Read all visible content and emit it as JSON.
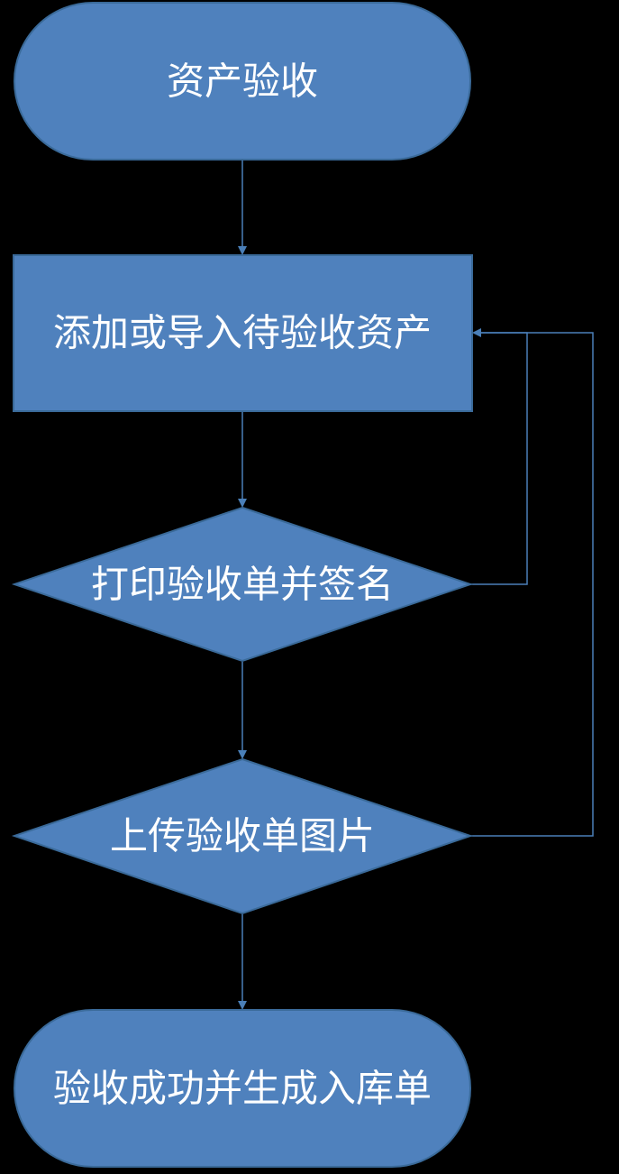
{
  "colors": {
    "background": "#000000",
    "node_fill": "#4f81bd",
    "connector": "#4a7fb8",
    "text": "#ffffff"
  },
  "nodes": {
    "start": {
      "label": "资产验收",
      "shape": "terminal"
    },
    "add_import": {
      "label": "添加或导入待验收资产",
      "shape": "process"
    },
    "print_sign": {
      "label": "打印验收单并签名",
      "shape": "decision"
    },
    "upload": {
      "label": "上传验收单图片",
      "shape": "decision"
    },
    "end": {
      "label": "验收成功并生成入库单",
      "shape": "terminal"
    }
  },
  "edges": [
    {
      "from": "start",
      "to": "add_import"
    },
    {
      "from": "add_import",
      "to": "print_sign"
    },
    {
      "from": "print_sign",
      "to": "upload"
    },
    {
      "from": "upload",
      "to": "end"
    },
    {
      "from": "print_sign",
      "to": "add_import",
      "type": "loop-back"
    },
    {
      "from": "upload",
      "to": "add_import",
      "type": "loop-back"
    }
  ]
}
